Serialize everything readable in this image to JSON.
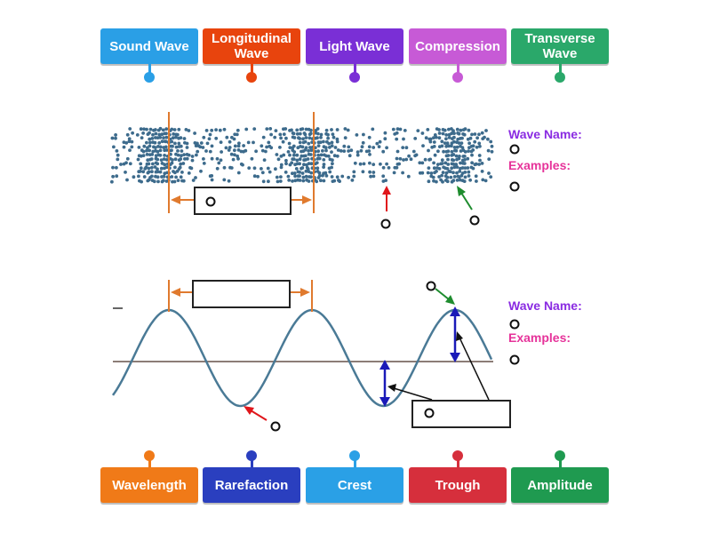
{
  "top_tiles": [
    {
      "label": "Sound Wave",
      "color": "#2a9fe6"
    },
    {
      "label": "Longitudinal Wave",
      "color": "#e8440d"
    },
    {
      "label": "Light Wave",
      "color": "#7a2fd6"
    },
    {
      "label": "Compression",
      "color": "#c75ad6"
    },
    {
      "label": "Transverse Wave",
      "color": "#2aa86a"
    }
  ],
  "bottom_tiles": [
    {
      "label": "Wavelength",
      "color": "#f07a18"
    },
    {
      "label": "Rarefaction",
      "color": "#2a3fbf"
    },
    {
      "label": "Crest",
      "color": "#2aa0e6"
    },
    {
      "label": "Trough",
      "color": "#d62f3c"
    },
    {
      "label": "Amplitude",
      "color": "#1f9a50"
    }
  ],
  "longitudinal_panel": {
    "wave_name_label": "Wave Name:",
    "examples_label": "Examples:"
  },
  "transverse_panel": {
    "wave_name_label": "Wave Name:",
    "examples_label": "Examples:"
  },
  "colors": {
    "wave_name_text": "#8a2be2",
    "examples_text": "#e6339a",
    "particles": "#3d6b8c",
    "wave_line": "#4a7a96",
    "axis_line": "#8c7d77",
    "marker_line": "#e07a2e",
    "amplitude_arrow": "#1a1ab8",
    "red_arrow": "#e0161b",
    "green_arrow": "#1e8c2e"
  }
}
